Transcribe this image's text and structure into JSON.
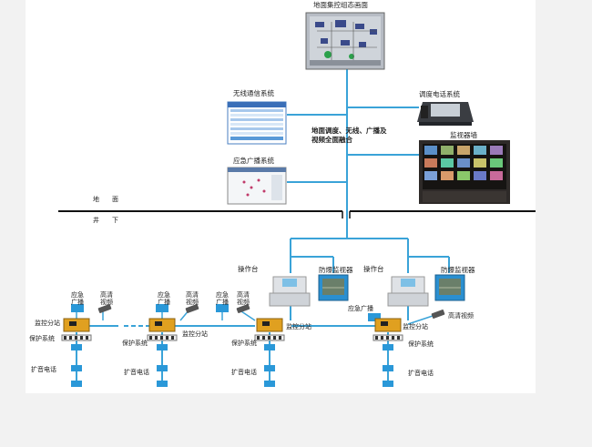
{
  "top": {
    "scada_title": "地面集控组态画面",
    "wireless_title": "无线通信系统",
    "dispatch_phone_title": "调度电话系统",
    "fusion_note": "地面调度、无线、广播及视频全面融合",
    "monitor_wall_title": "监视器墙",
    "emergency_broadcast_title": "应急广播系统"
  },
  "divider": {
    "surface": "地　　面",
    "underground": "井　　下"
  },
  "underground": {
    "console_label": "操作台",
    "explosion_monitor_label": "防爆监视器",
    "emergency_broadcast_label": "应急广播",
    "hd_video_label": "高清视频",
    "monitor_substation_label": "监控分站",
    "protection_system_label": "保护系统",
    "pa_phone_label": "扩音电话"
  },
  "colors": {
    "trunk_line": "#3aa3d8",
    "ground_line": "#111111",
    "substation_orange": "#e0a020"
  }
}
